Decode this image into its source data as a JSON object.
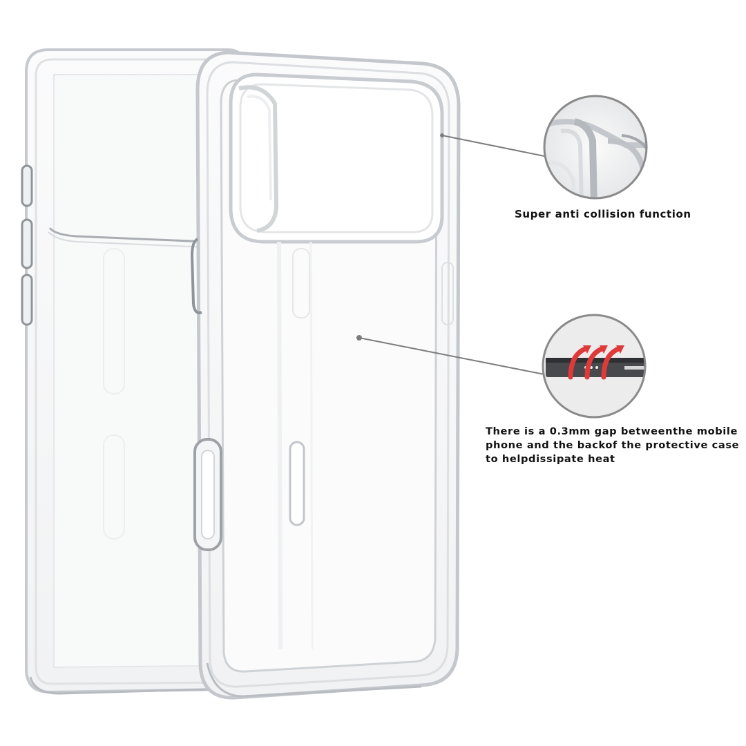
{
  "callouts": [
    {
      "id": "collision",
      "text": "Super anti collision function",
      "detail_icon": "magnified-corner-bumper-icon"
    },
    {
      "id": "heat",
      "lines": [
        "There is a 0.3mm gap betweenthe mobile",
        "phone and the backof the protective case",
        "to helpdissipate heat"
      ],
      "detail_icon": "heat-dissipation-arrows-icon"
    }
  ],
  "colors": {
    "background": "#ffffff",
    "case_outline": "#c9ccd0",
    "case_shadow": "#8f949a",
    "leader_line": "#7d7d7d",
    "heat_arrow": "#e0393a",
    "text": "#111111"
  }
}
